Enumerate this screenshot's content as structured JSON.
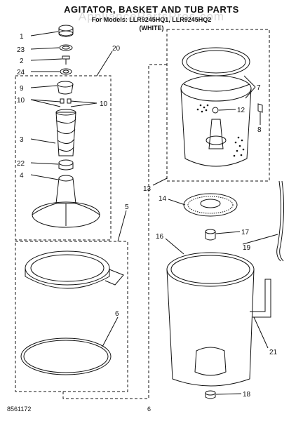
{
  "header": {
    "title": "AGITATOR, BASKET AND TUB PARTS",
    "subtitle_line1": "For Models: LLR9245HQ1, LLR9245HQ2",
    "subtitle_line2": "(WHITE)"
  },
  "watermark": "AppliancePartsPros.com",
  "footer": {
    "doc_number": "8561172",
    "page_number": "6"
  },
  "callouts": {
    "c1": "1",
    "c2": "2",
    "c3": "3",
    "c4": "4",
    "c5": "5",
    "c6": "6",
    "c7": "7",
    "c8": "8",
    "c9": "9",
    "c10a": "10",
    "c10b": "10",
    "c12": "12",
    "c13": "13",
    "c14": "14",
    "c16": "16",
    "c17": "17",
    "c18": "18",
    "c19": "19",
    "c20": "20",
    "c21": "21",
    "c22": "22",
    "c23": "23",
    "c24": "24"
  },
  "colors": {
    "ink": "#111111",
    "watermark": "#c9c9c9",
    "background": "#ffffff"
  }
}
